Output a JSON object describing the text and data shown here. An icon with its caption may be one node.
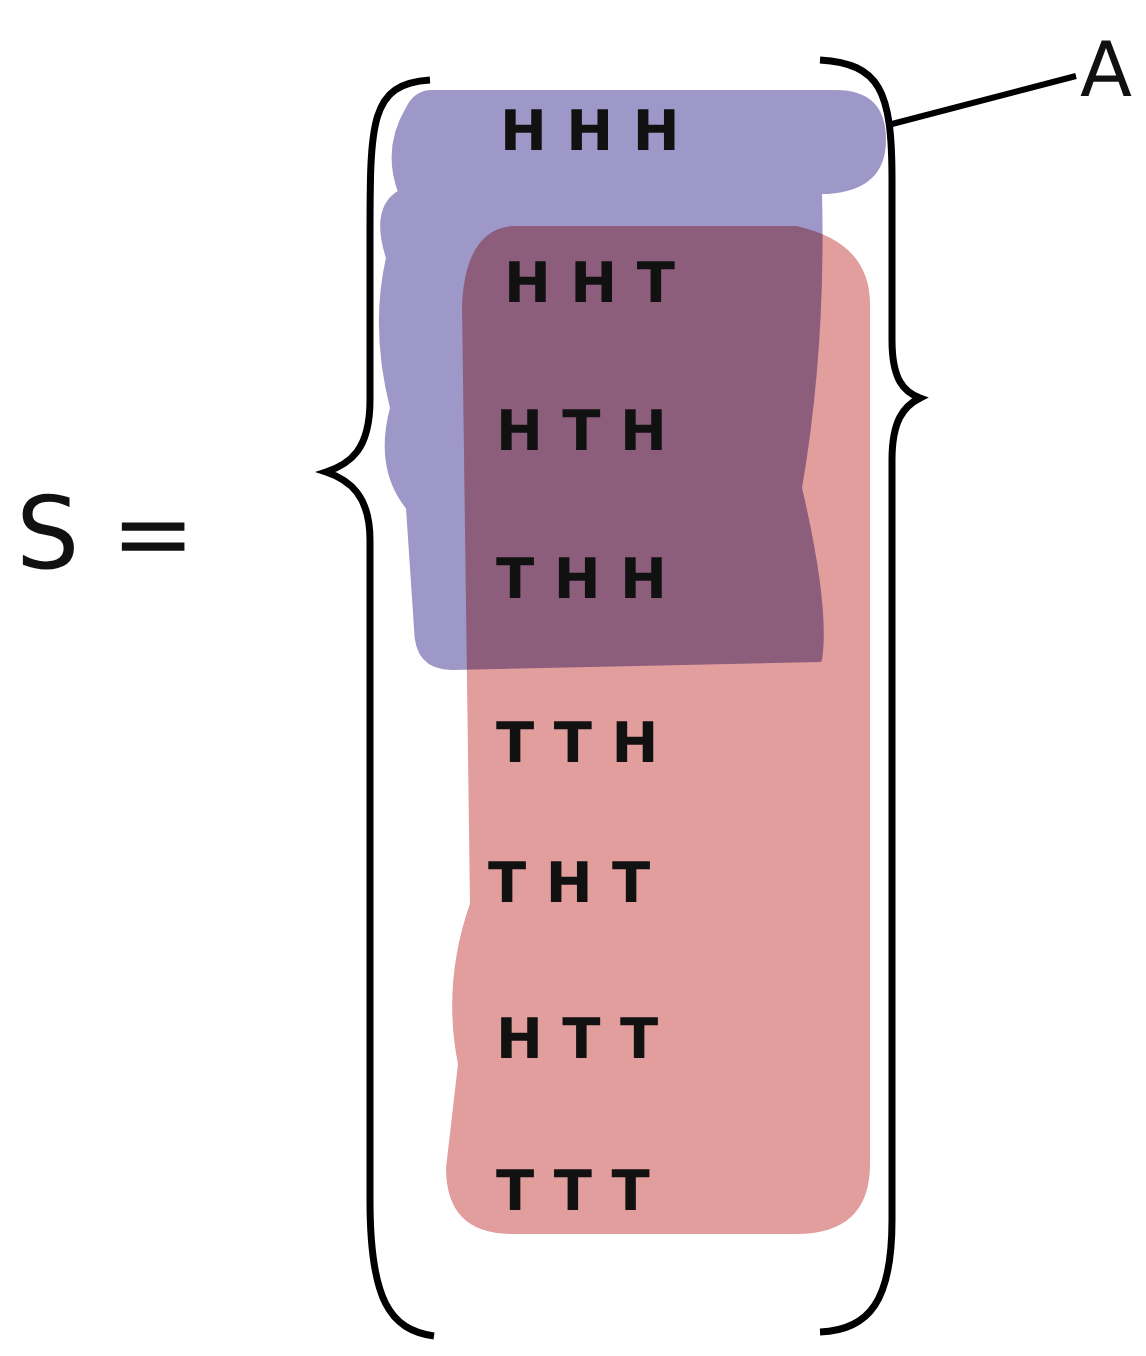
{
  "diagram": {
    "nodes": [
      {
        "text": [],
        "shape": "blob"
      },
      {
        "text": [],
        "shape": "blob"
      },
      {
        "text": [
          "A"
        ]
      },
      {
        "text": [
          "H H H"
        ],
        "in": 0
      },
      {
        "text": [
          "H H T"
        ]
      },
      {
        "text": [
          "H T H"
        ]
      },
      {
        "text": [
          "T H H"
        ]
      },
      {
        "text": [
          "T T H"
        ],
        "in": 1
      },
      {
        "text": [
          "T H T"
        ],
        "in": 1
      },
      {
        "text": [
          "H T T"
        ],
        "in": 1
      },
      {
        "text": [
          "T T T"
        ],
        "in": 1
      }
    ],
    "edges": [
      {
        "from": 2,
        "to": 0,
        "arrow": "none"
      }
    ],
    "labels": [
      "S ="
    ]
  }
}
